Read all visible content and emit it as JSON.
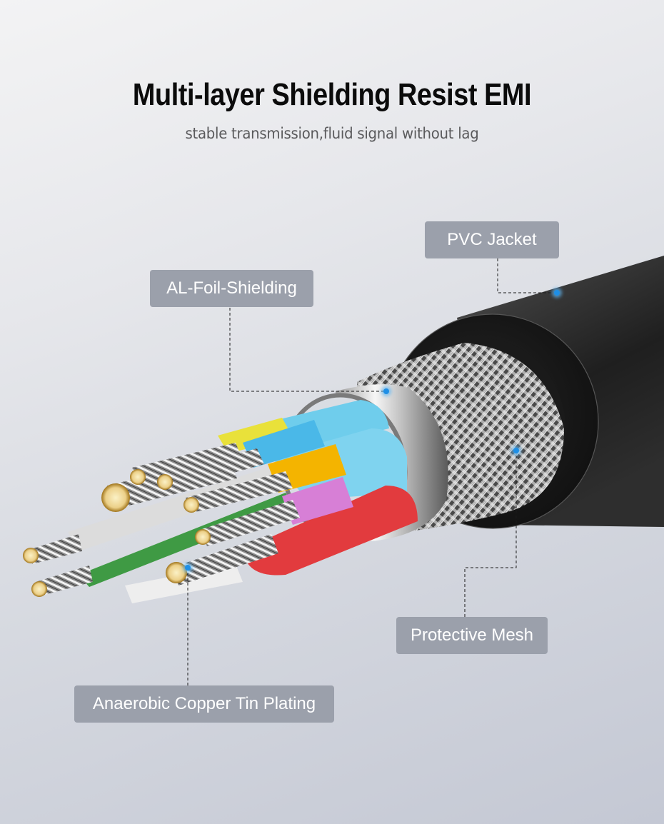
{
  "header": {
    "title": "Multi-layer Shielding Resist EMI",
    "subtitle": "stable transmission,fluid signal without lag"
  },
  "callouts": [
    {
      "id": "pvc_jacket",
      "label": "PVC Jacket"
    },
    {
      "id": "al_foil_shielding",
      "label": "AL-Foil-Shielding"
    },
    {
      "id": "protective_mesh",
      "label": "Protective Mesh"
    },
    {
      "id": "anaerobic_copper_tin_plating",
      "label": "Anaerobic Copper Tin Plating"
    }
  ],
  "colors": {
    "label_bg": "#9ba0ab",
    "marker_dot": "#1e8fe6",
    "jacket": "#2b2b2b",
    "wire_colors": [
      "#e9e13a",
      "#4ab8e8",
      "#f4b400",
      "#d77fd6",
      "#e23b3e",
      "#3f9a44",
      "#d8d8d8"
    ]
  }
}
